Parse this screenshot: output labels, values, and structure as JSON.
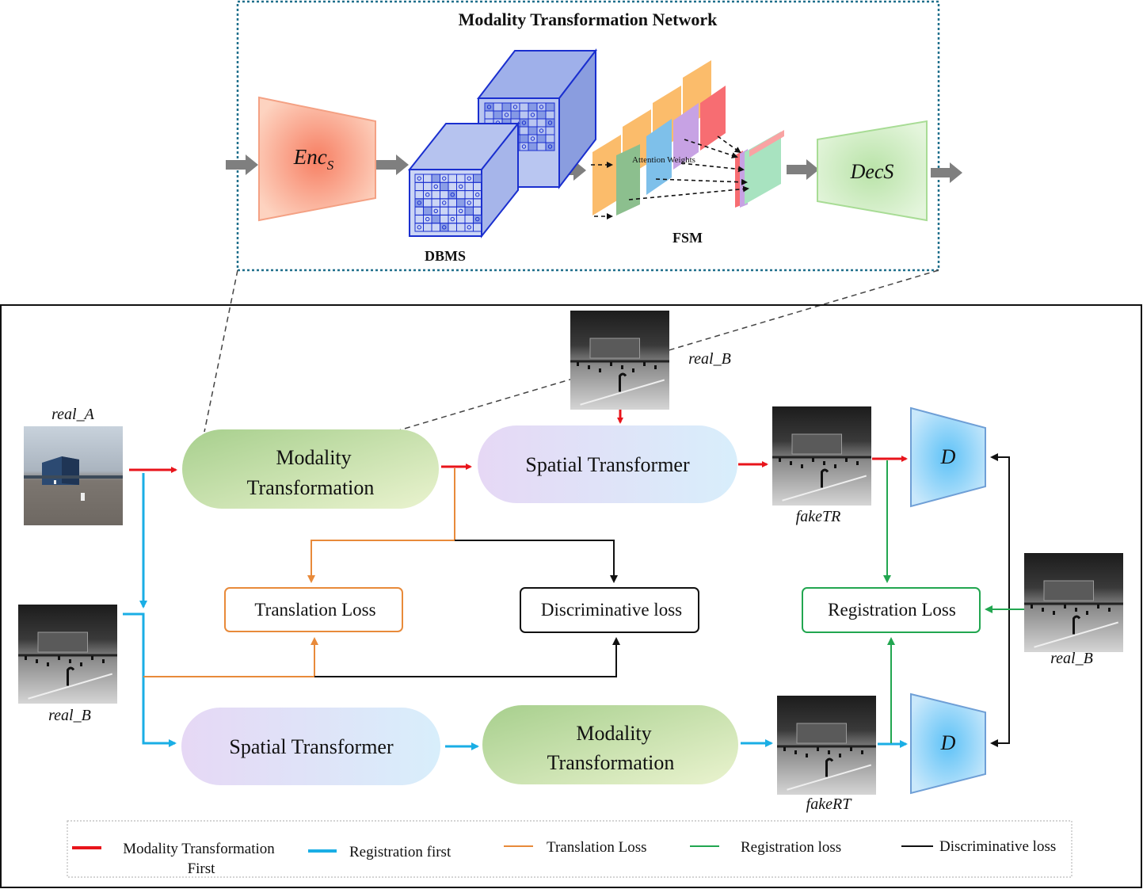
{
  "top_panel": {
    "title": "Modality Transformation Network",
    "encoder_label": "Enc",
    "encoder_subscript": "S",
    "dbms_label": "DBMS",
    "fsm_label": "FSM",
    "attention_label": "Attention Weights",
    "decoder_label": "DecS"
  },
  "flow": {
    "modality_transformation_top": [
      "Modality",
      "Transformation"
    ],
    "spatial_transformer_top": "Spatial Transformer",
    "spatial_transformer_bottom": "Spatial Transformer",
    "modality_transformation_bottom": [
      "Modality",
      "Transformation"
    ],
    "translation_loss": "Translation Loss",
    "discriminative_loss": "Discriminative loss",
    "registration_loss": "Registration Loss",
    "discriminator_label": "D"
  },
  "images": {
    "real_a": "real_A",
    "real_b_top": "real_B",
    "real_b_left": "real_B",
    "real_b_right": "real_B",
    "fake_tr": "fakeTR",
    "fake_rt": "fakeRT"
  },
  "legend": {
    "items": [
      {
        "label_lines": [
          "Modality Transformation",
          "First"
        ],
        "color": "#e8141b"
      },
      {
        "label_lines": [
          "Registration first"
        ],
        "color": "#1aaee5"
      },
      {
        "label_lines": [
          "Translation Loss"
        ],
        "color": "#e88a3a"
      },
      {
        "label_lines": [
          "Registration loss"
        ],
        "color": "#22a650"
      },
      {
        "label_lines": [
          "Discriminative loss"
        ],
        "color": "#111111"
      }
    ]
  },
  "colors": {
    "modality_first": "#e8141b",
    "registration_first": "#1aaee5",
    "translation_loss": "#e88a3a",
    "registration_loss": "#22a650",
    "discriminative_loss": "#111111",
    "panel_border": "#1f6f8b",
    "dbms_blue": "#1a2fcf"
  }
}
